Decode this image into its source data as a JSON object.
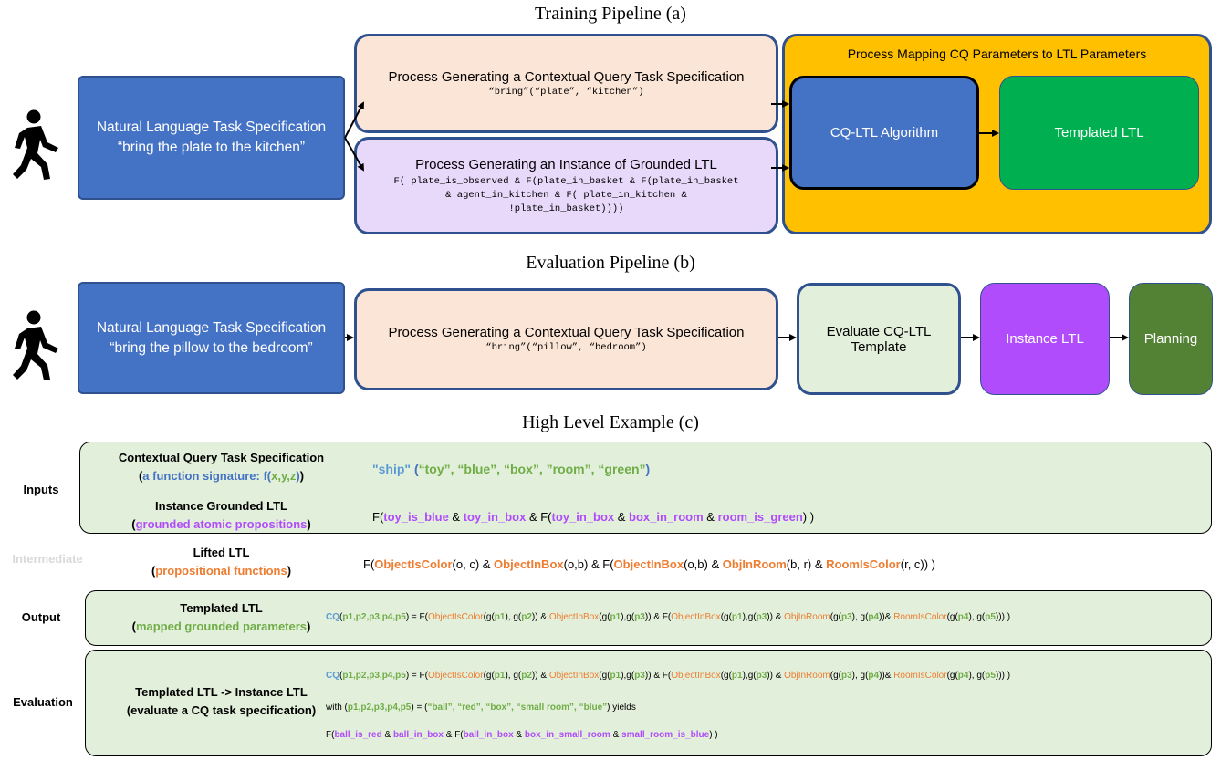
{
  "titles": {
    "training": "Training Pipeline (a)",
    "evaluation": "Evaluation Pipeline (b)",
    "example": "High Level Example (c)"
  },
  "training": {
    "nl_line1": "Natural Language Task Specification",
    "nl_line2": "“bring the plate to the kitchen”",
    "cq_title": "Process Generating a Contextual Query Task Specification",
    "cq_code": "“bring”(“plate”, “kitchen”)",
    "ltl_title": "Process Generating an Instance of Grounded LTL",
    "ltl_code_1": "F( plate_is_observed & F(plate_in_basket & F(plate_in_basket",
    "ltl_code_2": "& agent_in_kitchen & F( plate_in_kitchen &",
    "ltl_code_3": "!plate_in_basket))))",
    "mapping_title": "Process Mapping CQ Parameters to LTL Parameters",
    "algorithm": "CQ-LTL Algorithm",
    "templated": "Templated LTL"
  },
  "evaluation": {
    "nl_line1": "Natural Language Task Specification",
    "nl_line2": "“bring the pillow to the bedroom”",
    "cq_title": "Process Generating a Contextual Query Task Specification",
    "cq_code": "“bring”(“pillow”, “bedroom”)",
    "evaluate_line1": "Evaluate CQ-LTL",
    "evaluate_line2": "Template",
    "instance": "Instance LTL",
    "planning": "Planning"
  },
  "example": {
    "labels": {
      "inputs": "Inputs",
      "intermediate": "Intermediate",
      "output": "Output",
      "evaluation": "Evaluation"
    },
    "cq_spec": {
      "head": "Contextual Query Task Specification",
      "sub_open": "(",
      "sub_text": "a function signature:  ",
      "sub_f": "f(",
      "sub_args": "x,y,z",
      "sub_close_fn": ")",
      "sub_close": ")",
      "formula_fn": "\"ship\"",
      "formula_open": " (",
      "formula_args": "“toy”, “blue”, “box”, ”room”, “green”",
      "formula_close": ")"
    },
    "grounded": {
      "head": "Instance Grounded LTL",
      "sub_open": "(",
      "sub_text": "grounded atomic propositions",
      "sub_close": ")",
      "f1": "F(",
      "p1": "toy_is_blue",
      "a1": " & ",
      "p2": "toy_in_box",
      "a2": " & F(",
      "p3": "toy_in_box",
      "a3": " & ",
      "p4": "box_in_room",
      "a4": " & ",
      "p5": "room_is_green",
      "end": ") )"
    },
    "lifted": {
      "head": "Lifted LTL",
      "sub_open": "(",
      "sub_text": "propositional functions",
      "sub_close": ")",
      "f1": "F(",
      "fn1": "ObjectIsColor",
      "x1": "(o, c) & ",
      "fn2": "ObjectInBox",
      "x2": "(o,b) & F(",
      "fn3": "ObjectInBox",
      "x3": "(o,b) & ",
      "fn4": "ObjInRoom",
      "x4": "(b, r) & ",
      "fn5": "RoomIsColor",
      "x5": "(r, c)) )"
    },
    "templated": {
      "head": "Templated LTL",
      "sub_open": "(",
      "sub_text": "mapped grounded parameters",
      "sub_close": ")"
    },
    "formula": {
      "cq": "CQ",
      "open": "(",
      "params": "p1,p2,p3,p4,p5",
      "eq": ") = F(",
      "fn1": "ObjectIsColor",
      "s1": "(g(",
      "p1a": "p1",
      "s2": "), g(",
      "p2a": "p2",
      "s3": ")) & ",
      "fn2": "ObjectInBox",
      "s4": "(g(",
      "p1b": "p1",
      "s5": "),g(",
      "p3a": "p3",
      "s6": ")) & F(",
      "fn3": "ObjectInBox",
      "s7": "(g(",
      "p1c": "p1",
      "s8": "),g(",
      "p3b": "p3",
      "s9": ")) & ",
      "fn4": "ObjInRoom",
      "s10": "(g(",
      "p3c": "p3",
      "s11": "), g(",
      "p4a": "p4",
      "s12": "))& ",
      "fn5": "RoomIsColor",
      "s13": "(g(",
      "p4b": "p4",
      "s14": "), g(",
      "p5a": "p5",
      "s15": "))) )"
    },
    "evaluation": {
      "head1": "Templated LTL -> Instance LTL",
      "head2": "(evaluate a CQ task specification)",
      "with": "with (",
      "params": "p1,p2,p3,p4,p5",
      "eq": ") = (",
      "values": "“ball”, “red”, “box”, “small room”, “blue”",
      "yields": ") yields",
      "f1": "F(",
      "p1": "ball_is_red",
      "a1": " & ",
      "p2": "ball_in_box",
      "a2": " & F(",
      "p3": "ball_in_box",
      "a3": " & ",
      "p4": "box_in_small_room",
      "a4": " & ",
      "p5": "small_room_is_blue",
      "end": ") )"
    }
  }
}
